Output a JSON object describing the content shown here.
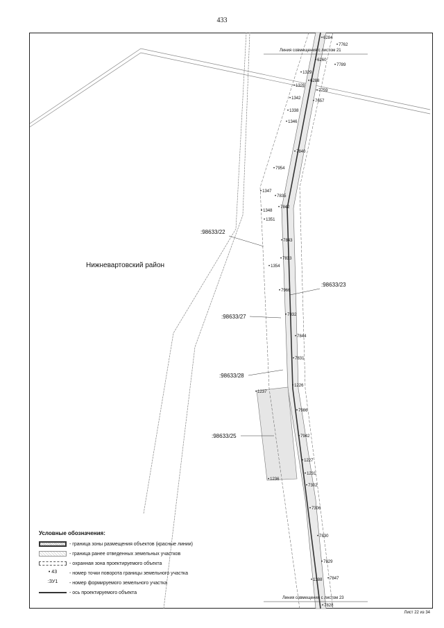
{
  "page_number": "433",
  "district_label": "Нижневартовский район",
  "sheet_footer": "Лист 22 из 34",
  "joint_lines": {
    "top": "Линия совмещения с листом 21",
    "bottom": "Линия совмещения с листом 23"
  },
  "parcels": {
    "p22": ":98633/22",
    "p23": ":98633/23",
    "p27": ":98633/27",
    "p28": ":98633/28",
    "p25": ":98633/25"
  },
  "points": [
    "6284",
    "7762",
    "6260",
    "7789",
    "1329",
    "6288",
    "1328",
    "7759",
    "1342",
    "7657",
    "1338",
    "1346",
    "7840",
    "7954",
    "1347",
    "7835",
    "7842",
    "1348",
    "1351",
    "7843",
    "7833",
    "1354",
    "7966",
    "7832",
    "7844",
    "7831",
    "1226",
    "1237",
    "7986",
    "7942",
    "1227",
    "1231",
    "7302",
    "1236",
    "7306",
    "7830",
    "7829",
    "1388",
    "7847",
    "7828"
  ],
  "legend": {
    "title": "Условные обозначения:",
    "items": [
      {
        "symbol": "",
        "text": "- граница зоны размещения объектов (красные линии)"
      },
      {
        "symbol": "",
        "text": "- граница ранее отведенных земельных участков"
      },
      {
        "symbol": "",
        "text": "- охранная зона проектируемого объекта"
      },
      {
        "symbol": "• 43",
        "text": "- номер точки поворота границы земельного участка"
      },
      {
        "symbol": ":ЗУ1",
        "text": "- номер формируемого земельного участка"
      },
      {
        "symbol": "",
        "text": "- ось проектируемого объекта"
      }
    ]
  }
}
